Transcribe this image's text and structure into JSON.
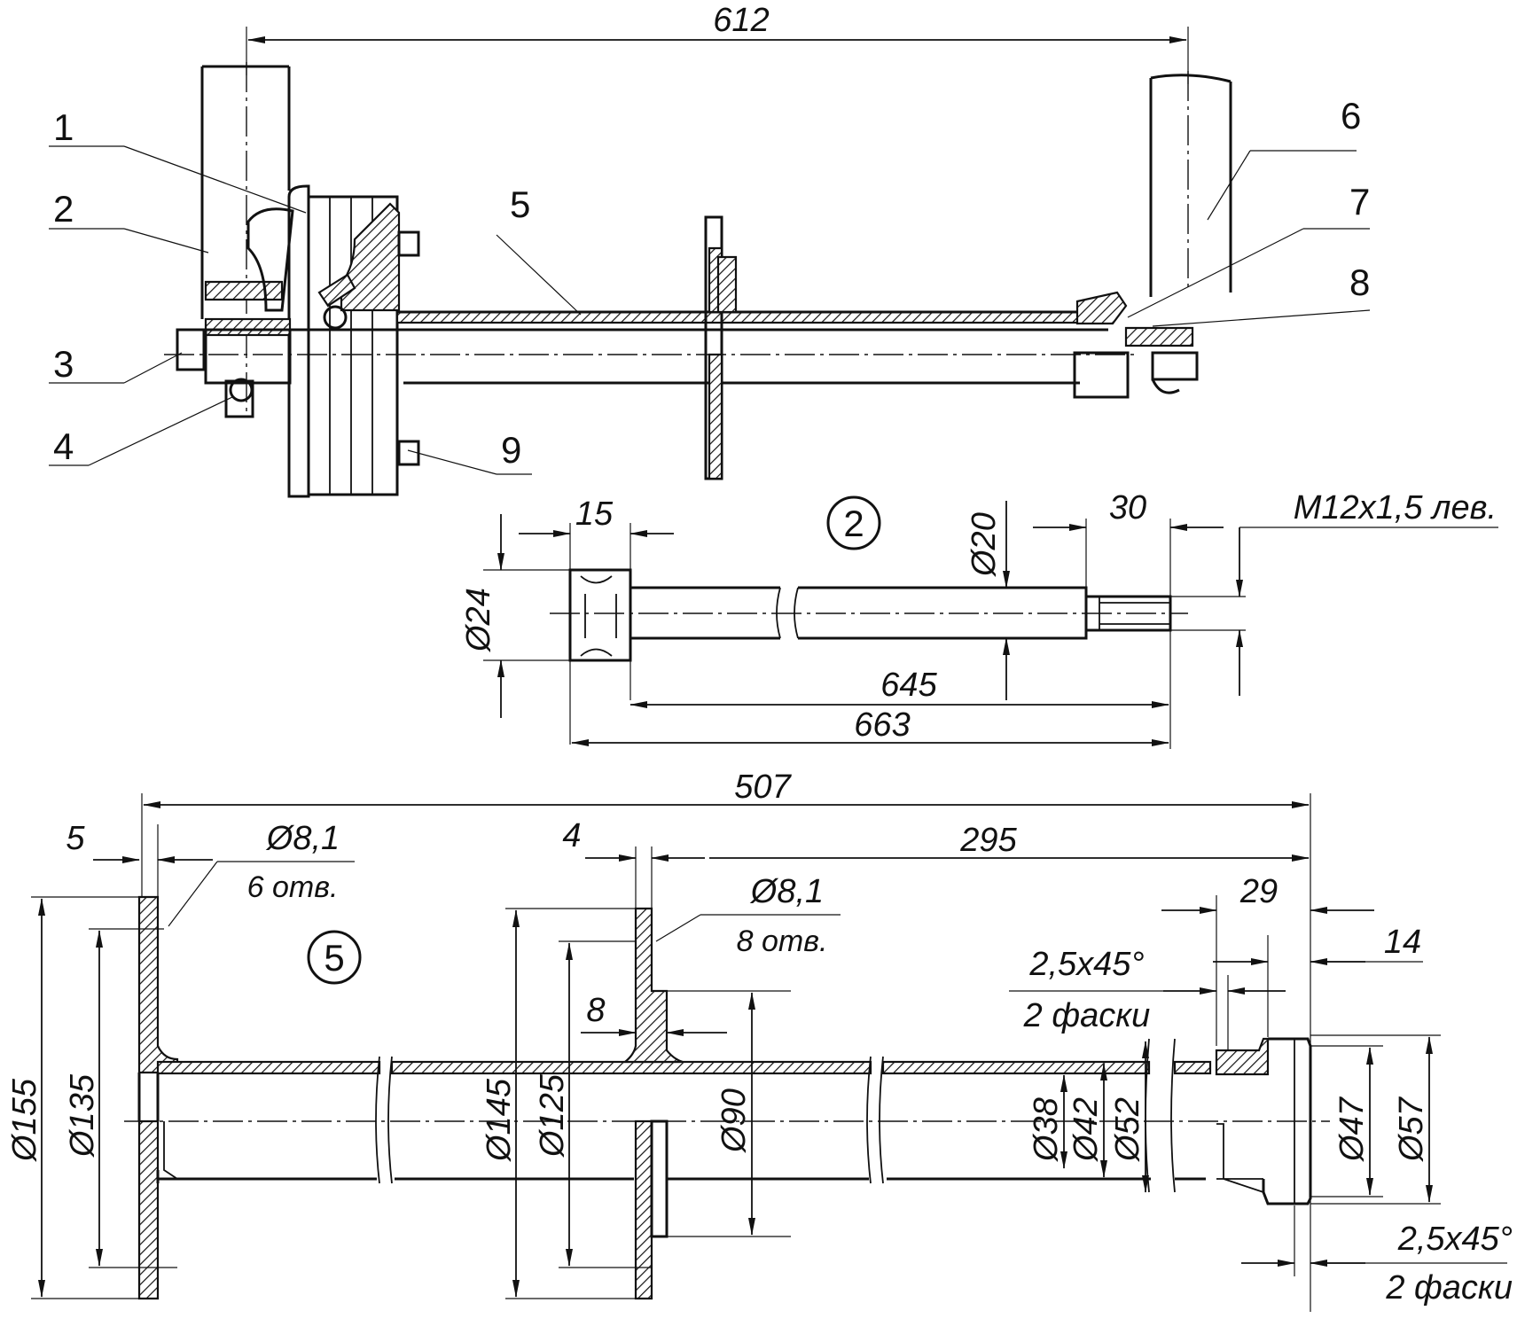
{
  "top_view": {
    "overall_width": "612",
    "callouts": [
      "1",
      "2",
      "3",
      "4",
      "5",
      "6",
      "7",
      "8",
      "9"
    ]
  },
  "detail_2": {
    "badge": "2",
    "d_head": "Ø24",
    "head_len": "15",
    "d_shaft": "Ø20",
    "thread_len": "30",
    "thread": "M12x1,5 лев.",
    "shank_len": "645",
    "total_len": "663"
  },
  "detail_5": {
    "badge": "5",
    "total_len": "507",
    "flange_thk": "5",
    "flange_holes_d": "Ø8,1",
    "flange_holes_n": "6 отв.",
    "mid_flange_thk": "4",
    "mid_dist": "295",
    "mid_holes_d": "Ø8,1",
    "mid_holes_n": "8 отв.",
    "end_len": "29",
    "end_step": "14",
    "chamfer_a": "2,5x45°",
    "chamfer_a_n": "2 фаски",
    "chamfer_b": "2,5x45°",
    "chamfer_b_n": "2 фаски",
    "hub_thk": "8",
    "d155": "Ø155",
    "d135": "Ø135",
    "d145": "Ø145",
    "d125": "Ø125",
    "d90": "Ø90",
    "d38": "Ø38",
    "d42": "Ø42",
    "d52": "Ø52",
    "d47": "Ø47",
    "d57": "Ø57"
  }
}
